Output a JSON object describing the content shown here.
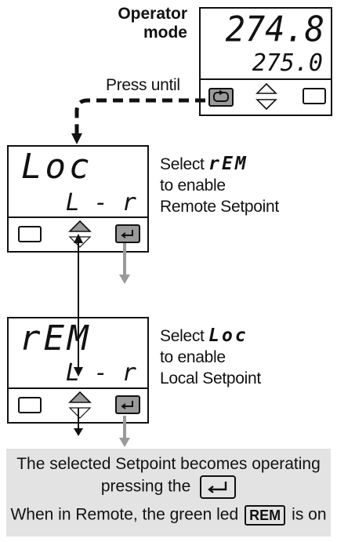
{
  "operator": {
    "label_line1": "Operator",
    "label_line2": "mode",
    "display_top": "274.8",
    "display_bottom": "275.0",
    "press_until": "Press until"
  },
  "panel_loc": {
    "display_top": "Loc",
    "display_bottom": "L - r",
    "text_select": "Select",
    "text_code": "rEM",
    "text_line2": "to enable",
    "text_line3": "Remote Setpoint"
  },
  "panel_rem": {
    "display_top": "rEM",
    "display_bottom": "L - r",
    "text_select": "Select",
    "text_code": "Loc",
    "text_line2": "to enable",
    "text_line3": "Local Setpoint"
  },
  "footer": {
    "line1": "The selected Setpoint becomes operating",
    "line2": "pressing the",
    "line3_before": "When in Remote, the green led",
    "rem_badge": "REM",
    "line3_after": "is on"
  },
  "colors": {
    "outline": "#111111",
    "key_fill": "#9a9a9a",
    "arrow_gray": "#9a9a9a",
    "footer_bg": "#e3e3e3"
  },
  "icons": [
    "scroll-key-icon",
    "up-arrow-key-icon",
    "down-arrow-key-icon",
    "enter-key-icon"
  ]
}
